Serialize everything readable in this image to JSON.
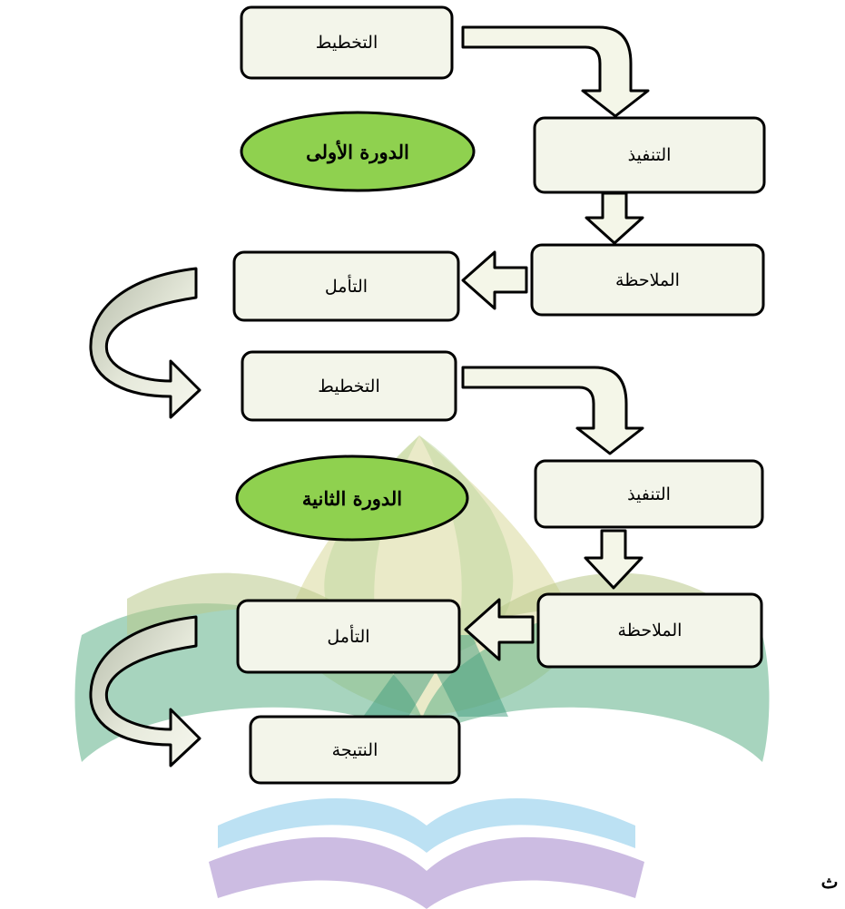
{
  "cycle_1": {
    "label": "الدورة الأولى",
    "steps": {
      "planning": "التخطيط",
      "implementation": "التنفيذ",
      "observation": "الملاحظة",
      "reflection": "التأمل"
    }
  },
  "cycle_2": {
    "label": "الدورة الثانية",
    "steps": {
      "planning": "التخطيط",
      "implementation": "التنفيذ",
      "observation": "الملاحظة",
      "reflection": "التأمل"
    }
  },
  "result": "النتيجة",
  "edge_char": "ث",
  "colors": {
    "box_fill": "#f3f5ea",
    "box_stroke": "#000000",
    "arrow_fill": "#f4f6e8",
    "curve_dark": "#b8bdb0",
    "oval_fill": "#8fd14f",
    "watermark_green": "#7bbf9a",
    "watermark_teal": "#3a9a7a",
    "watermark_yellow": "#d9d99a",
    "watermark_blue": "#8fd0ee",
    "watermark_purple": "#b39ad0"
  },
  "icons": {
    "down_arrow": "block-arrow-down",
    "left_arrow": "block-arrow-left",
    "curved_arrow": "curved-arrow-right",
    "watermark": "university-logo-watermark"
  }
}
